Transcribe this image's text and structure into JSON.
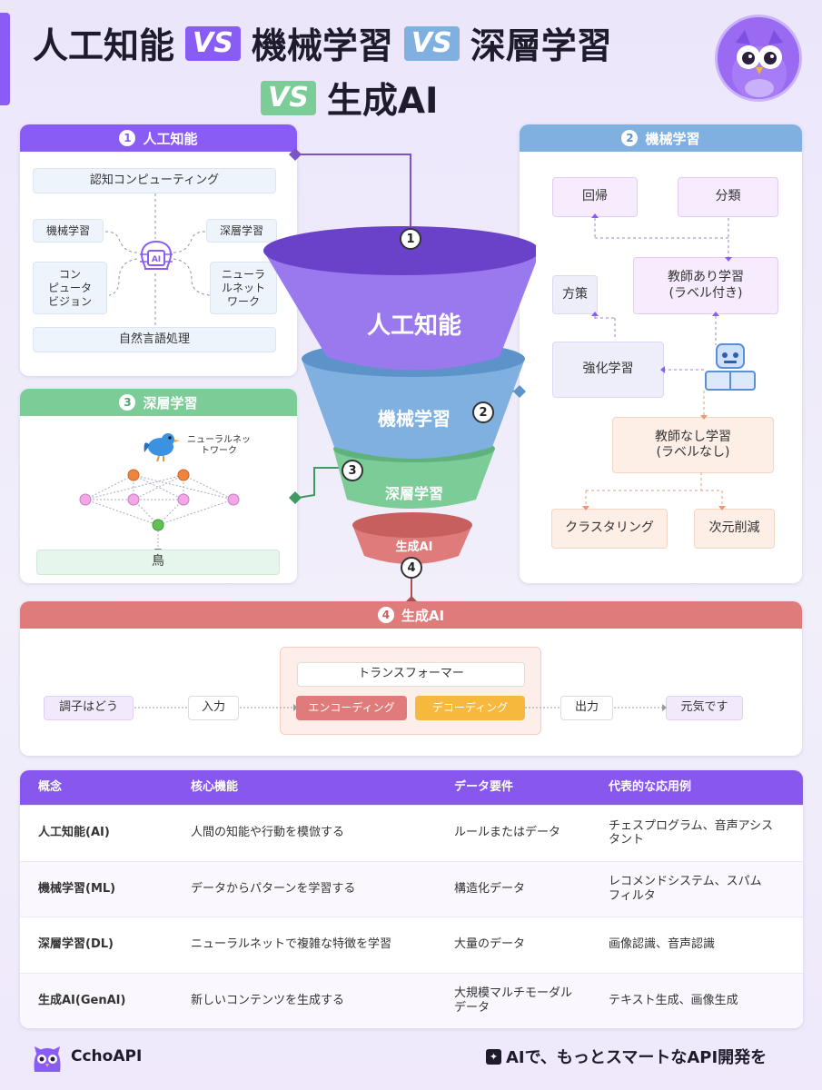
{
  "title": {
    "line1": [
      "人工知能",
      "機械学習",
      "深層学習"
    ],
    "vs": "VS",
    "line2": "生成AI"
  },
  "colors": {
    "ai": "#8a5cf6",
    "ml": "#7fb0df",
    "dl": "#7ccc98",
    "gen": "#e07b7b"
  },
  "panel_ai": {
    "num": "1",
    "title": "人工知能",
    "top": "認知コンピューティング",
    "left1": "機械学習",
    "left2": "コン\nピュータ\nビジョン",
    "right1": "深層学習",
    "right2": "ニューラ\nルネット\nワーク",
    "bottom": "自然言語処理",
    "chip_icon": "brain-chip-icon",
    "chip_text": "AI"
  },
  "panel_ml": {
    "num": "2",
    "title": "機械学習",
    "regression": "回帰",
    "classification": "分類",
    "supervised": "教師あり学習\n(ラベル付き)",
    "policy": "方策",
    "reinforcement": "強化学習",
    "unsupervised": "教師なし学習\n(ラベルなし)",
    "clustering": "クラスタリング",
    "dimred": "次元削減",
    "robot_icon": "robot-icon"
  },
  "panel_dl": {
    "num": "3",
    "title": "深層学習",
    "nn_label": "ニューラルネッ\nトワーク",
    "output": "鳥",
    "bird_icon": "bird-icon"
  },
  "funnel": {
    "l1": "人工知能",
    "l2": "機械学習",
    "l3": "深層学習",
    "l4": "生成AI",
    "markers": [
      "1",
      "2",
      "3",
      "4"
    ]
  },
  "panel_gen": {
    "num": "4",
    "title": "生成AI",
    "input_text": "調子はどう",
    "input": "入力",
    "transformer": "トランスフォーマー",
    "encoding": "エンコーディング",
    "decoding": "デコーディング",
    "output": "出力",
    "output_text": "元気です"
  },
  "table": {
    "headers": [
      "概念",
      "核心機能",
      "データ要件",
      "代表的な応用例"
    ],
    "rows": [
      [
        "人工知能(AI)",
        "人間の知能や行動を模倣する",
        "ルールまたはデータ",
        "チェスプログラム、音声アシス\nタント"
      ],
      [
        "機械学習(ML)",
        "データからパターンを学習する",
        "構造化データ",
        "レコメンドシステム、スパム\nフィルタ"
      ],
      [
        "深層学習(DL)",
        "ニューラルネットで複雑な特徴を学習",
        "大量のデータ",
        "画像認識、音声認識"
      ],
      [
        "生成AI(GenAI)",
        "新しいコンテンツを生成する",
        "大規模マルチモーダル\nデータ",
        "テキスト生成、画像生成"
      ]
    ]
  },
  "footer": {
    "brand": "CchoAPI",
    "brand_icon": "owl-logo-icon",
    "slogan": "AIで、もっとスマートなAPI開発を",
    "slogan_icon": "sparkle-icon"
  }
}
